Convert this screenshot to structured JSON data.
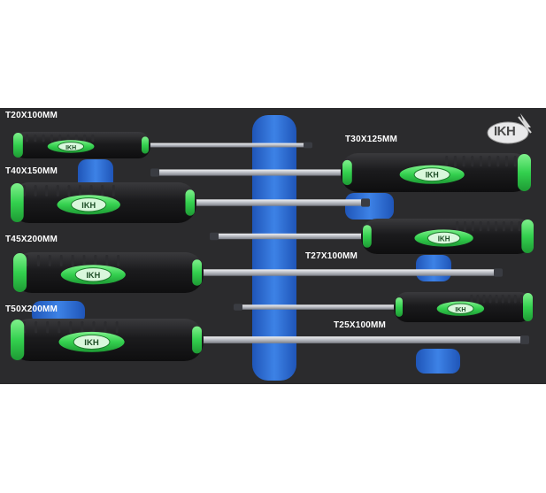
{
  "brand": {
    "logo_text": "IKH",
    "handle_mark": "IKH"
  },
  "colors": {
    "tray": "#2b2b2d",
    "foam_insert": "#2f6fd6",
    "handle_black": "#1c1c1e",
    "handle_green": "#3fd85a",
    "shaft": "#c9ccd2"
  },
  "screwdrivers": [
    {
      "label": "T20X100MM"
    },
    {
      "label": "T30X125MM"
    },
    {
      "label": "T40X150MM"
    },
    {
      "label": "T27X100MM"
    },
    {
      "label": "T45X200MM"
    },
    {
      "label": "T50X200MM"
    },
    {
      "label": "T25X100MM"
    }
  ]
}
